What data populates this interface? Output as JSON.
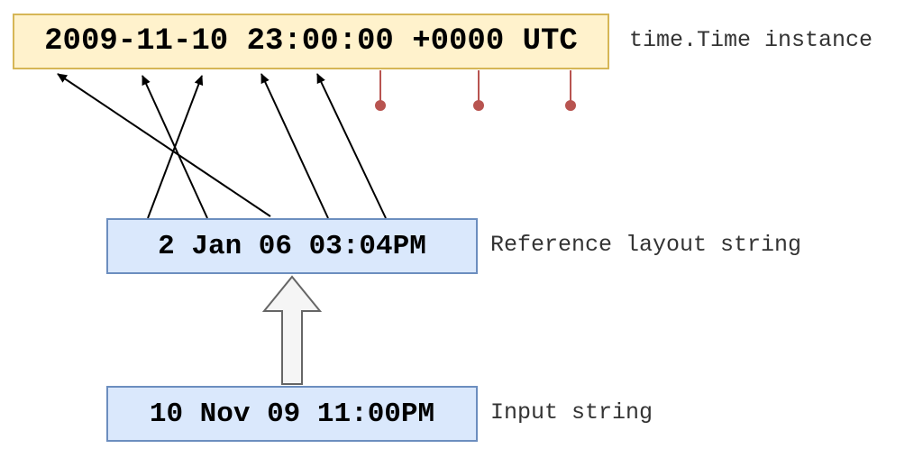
{
  "colors": {
    "time_fill": "#fff2cc",
    "time_border": "#d6b656",
    "layout_fill": "#dae8fc",
    "layout_border": "#6c8ebf",
    "pin_color": "#b85450",
    "arrow_color": "#000000",
    "block_arrow_fill": "#f5f5f5",
    "block_arrow_border": "#666666"
  },
  "time_instance": {
    "value": "2009-11-10 23:00:00 +0000 UTC",
    "caption": "time.Time instance"
  },
  "reference_layout": {
    "value": "2 Jan 06 03:04PM",
    "caption": "Reference layout string"
  },
  "input": {
    "value": "10 Nov 09 11:00PM",
    "caption": "Input string"
  },
  "mappings": [
    {
      "from": "2",
      "to": "10"
    },
    {
      "from": "Jan",
      "to": "11"
    },
    {
      "from": "06",
      "to": "2009"
    },
    {
      "from": "03",
      "to": "23"
    },
    {
      "from": "04",
      "to": "00"
    }
  ],
  "unmapped_fields": [
    "00",
    "+0000",
    "UTC"
  ]
}
